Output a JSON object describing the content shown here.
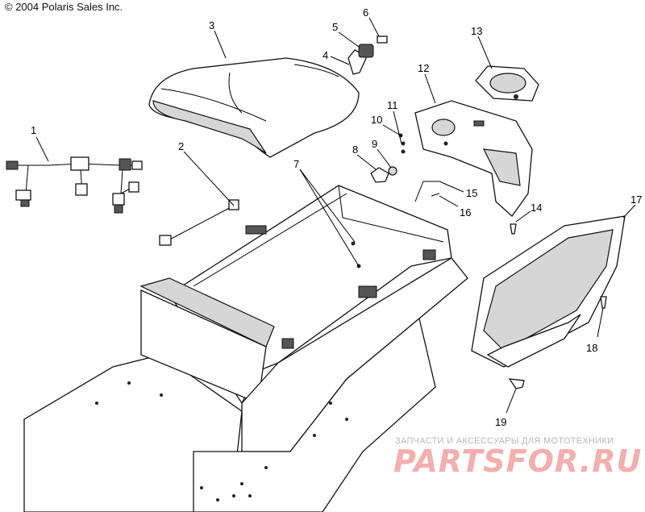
{
  "copyright": "© 2004 Polaris Sales Inc.",
  "callouts": [
    "1",
    "2",
    "3",
    "4",
    "5",
    "6",
    "7",
    "8",
    "9",
    "10",
    "11",
    "12",
    "13",
    "14",
    "15",
    "16",
    "17",
    "18",
    "19"
  ],
  "watermark": {
    "tagline": "ЗАПЧАСТИ И АКСЕССУАРЫ ДЛЯ МОТОТЕХНИКИ",
    "logo": "PARTSFOR.RU"
  },
  "colors": {
    "line": "#000000",
    "watermark_logo": "#f2a0a0",
    "watermark_text": "#b8b8b8"
  }
}
